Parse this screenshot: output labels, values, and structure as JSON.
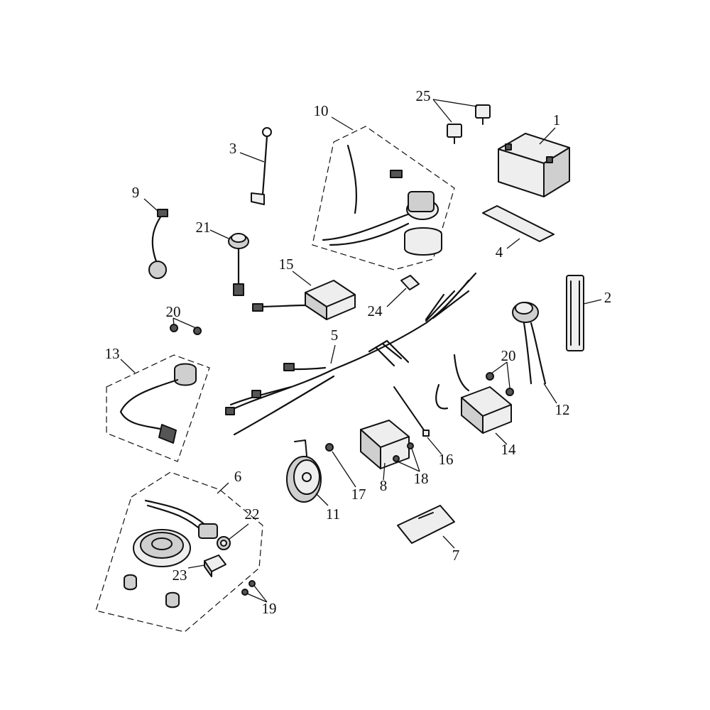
{
  "diagram": {
    "callouts": [
      {
        "id": "1",
        "label": "1"
      },
      {
        "id": "2",
        "label": "2"
      },
      {
        "id": "3",
        "label": "3"
      },
      {
        "id": "4",
        "label": "4"
      },
      {
        "id": "5",
        "label": "5"
      },
      {
        "id": "6",
        "label": "6"
      },
      {
        "id": "7",
        "label": "7"
      },
      {
        "id": "8",
        "label": "8"
      },
      {
        "id": "9",
        "label": "9"
      },
      {
        "id": "10",
        "label": "10"
      },
      {
        "id": "11",
        "label": "11"
      },
      {
        "id": "12",
        "label": "12"
      },
      {
        "id": "13",
        "label": "13"
      },
      {
        "id": "14",
        "label": "14"
      },
      {
        "id": "15",
        "label": "15"
      },
      {
        "id": "16",
        "label": "16"
      },
      {
        "id": "17",
        "label": "17"
      },
      {
        "id": "18",
        "label": "18"
      },
      {
        "id": "19",
        "label": "19"
      },
      {
        "id": "20a",
        "label": "20"
      },
      {
        "id": "20b",
        "label": "20"
      },
      {
        "id": "21",
        "label": "21"
      },
      {
        "id": "22",
        "label": "22"
      },
      {
        "id": "23",
        "label": "23"
      },
      {
        "id": "24",
        "label": "24"
      },
      {
        "id": "25",
        "label": "25"
      }
    ]
  }
}
